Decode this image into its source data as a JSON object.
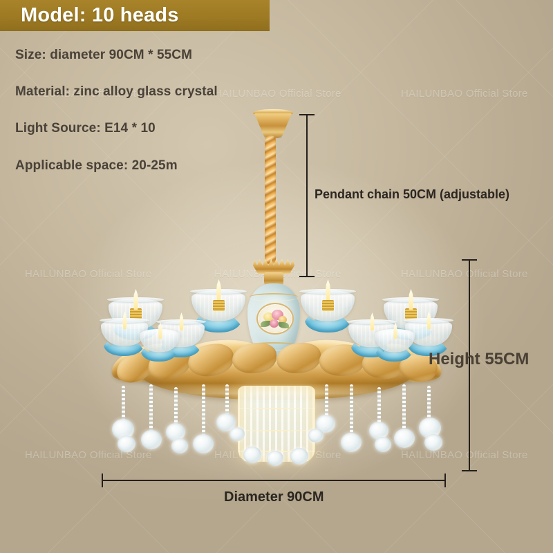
{
  "title_bar": {
    "label": "Model: 10 heads",
    "bg_color": "#9d7a23",
    "text_color": "#ffffff"
  },
  "specs": [
    {
      "label": "Size: diameter 90CM * 55CM"
    },
    {
      "label": "Material: zinc alloy glass crystal"
    },
    {
      "label": "Light Source: E14 * 10"
    },
    {
      "label": "Applicable space: 20-25m"
    }
  ],
  "annotations": {
    "pendant_chain": "Pendant chain 50CM (adjustable)",
    "height": "Height 55CM",
    "diameter": "Diameter 90CM"
  },
  "watermark": {
    "text": "HAILUNBAO Official Store",
    "color": "#ffffff"
  },
  "product": {
    "name": "crystal-chandelier",
    "lamp_count": 10,
    "colors": {
      "gold": "#d8a348",
      "ceramic_blue": "#56b6d8",
      "glass": "#ffffff",
      "background": "#bcae95"
    }
  }
}
